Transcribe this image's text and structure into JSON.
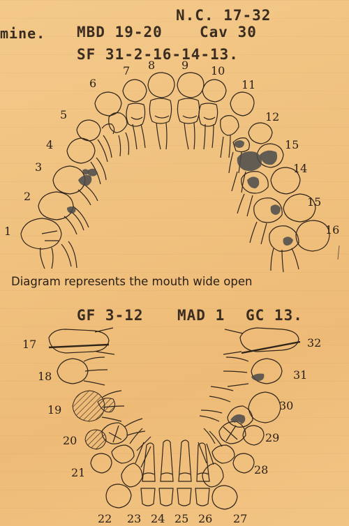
{
  "header": {
    "case_id": "N.C. 17-32",
    "line1_prefix": "mine.",
    "mbd": "MBD 19-20",
    "cav": "Cav 30",
    "sf": "SF 31-2-16-14-13."
  },
  "upper_labels": [
    "1",
    "2",
    "3",
    "4",
    "5",
    "6",
    "7",
    "8",
    "9",
    "10",
    "11",
    "12",
    "15",
    "14",
    "15",
    "16"
  ],
  "caption": "Diagram represents the mouth wide open",
  "lower_header": {
    "gf": "GF 3-12",
    "mad": "MAD 1",
    "gc": "GC 13."
  },
  "lower_labels": [
    "17",
    "18",
    "19",
    "20",
    "21",
    "22",
    "23",
    "24",
    "25",
    "26",
    "27",
    "28",
    "29",
    "30",
    "31",
    "32"
  ]
}
